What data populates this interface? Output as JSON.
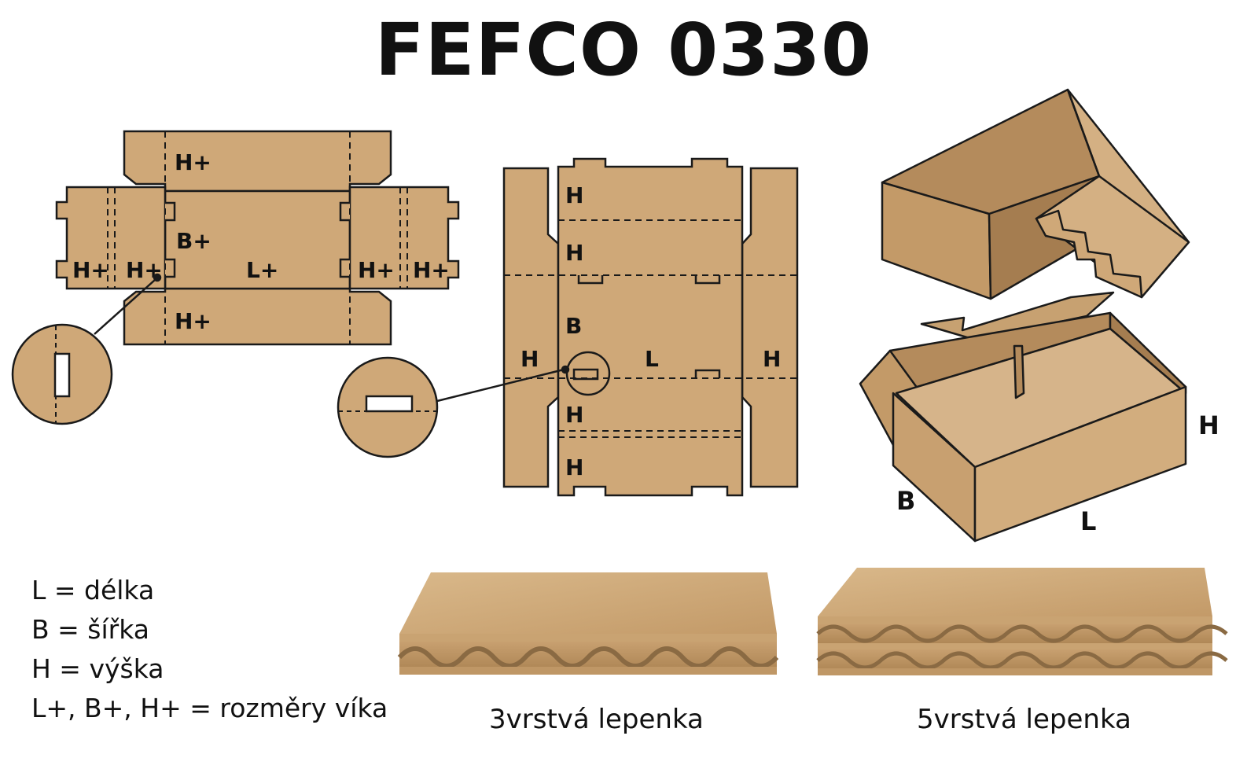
{
  "title": "FEFCO 0330",
  "lid_blank": {
    "labels": {
      "top": "H+",
      "bottom": "H+",
      "b": "B+",
      "l": "L+",
      "left_outer": "H+",
      "left_inner": "H+",
      "right_inner": "H+",
      "right_outer": "H+"
    }
  },
  "base_blank": {
    "labels": {
      "h_top1": "H",
      "h_top2": "H",
      "b": "B",
      "left": "H",
      "l": "L",
      "right": "H",
      "h_bot1": "H",
      "h_bot2": "H"
    }
  },
  "box_3d": {
    "h": "H",
    "b": "B",
    "l": "L"
  },
  "legend": [
    "L = délka",
    "B =  šířka",
    "H = výška",
    "L+, B+, H+ = rozměry víka"
  ],
  "board_samples": [
    {
      "caption": "3vrstvá lepenka"
    },
    {
      "caption": "5vrstvá lepenka"
    }
  ],
  "colors": {
    "kraft": "#cfa878",
    "kraft_dark": "#b48b5c",
    "kraft_shadow": "#a57d50",
    "line": "#1a1a1a"
  }
}
